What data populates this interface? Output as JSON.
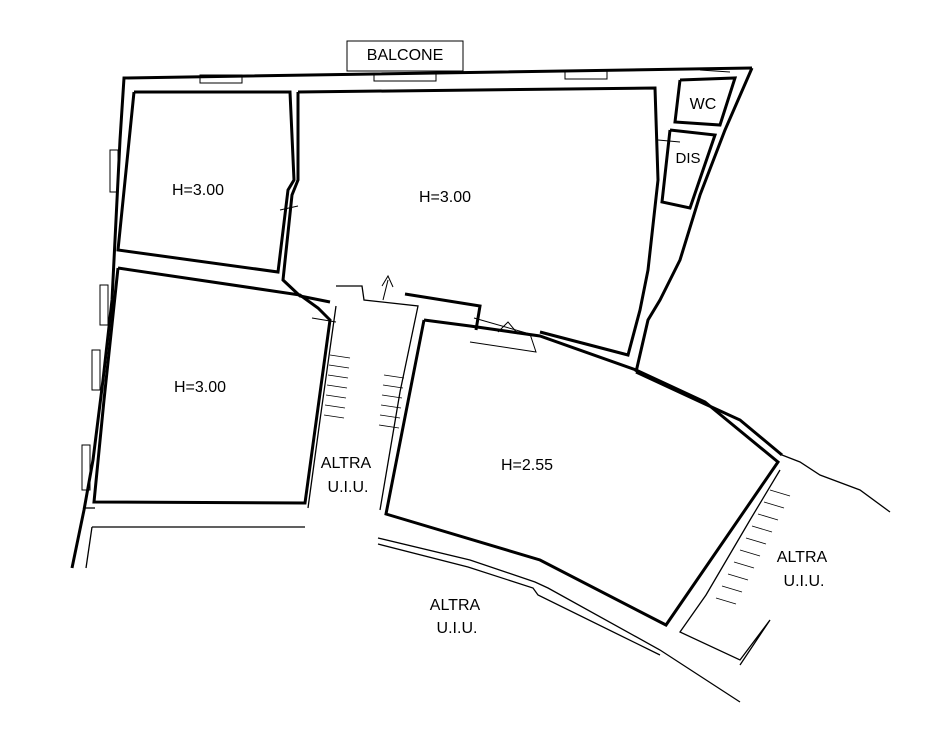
{
  "labels": {
    "balcone": "BALCONE",
    "wc": "WC",
    "dis": "DIS",
    "room_top_left_height": "H=3.00",
    "room_top_center_height": "H=3.00",
    "room_bottom_left_height": "H=3.00",
    "room_right_height": "H=2.55",
    "altra_center_line1": "ALTRA",
    "altra_center_line2": "U.I.U.",
    "altra_bottom_line1": "ALTRA",
    "altra_bottom_line2": "U.I.U.",
    "altra_right_line1": "ALTRA",
    "altra_right_line2": "U.I.U."
  }
}
